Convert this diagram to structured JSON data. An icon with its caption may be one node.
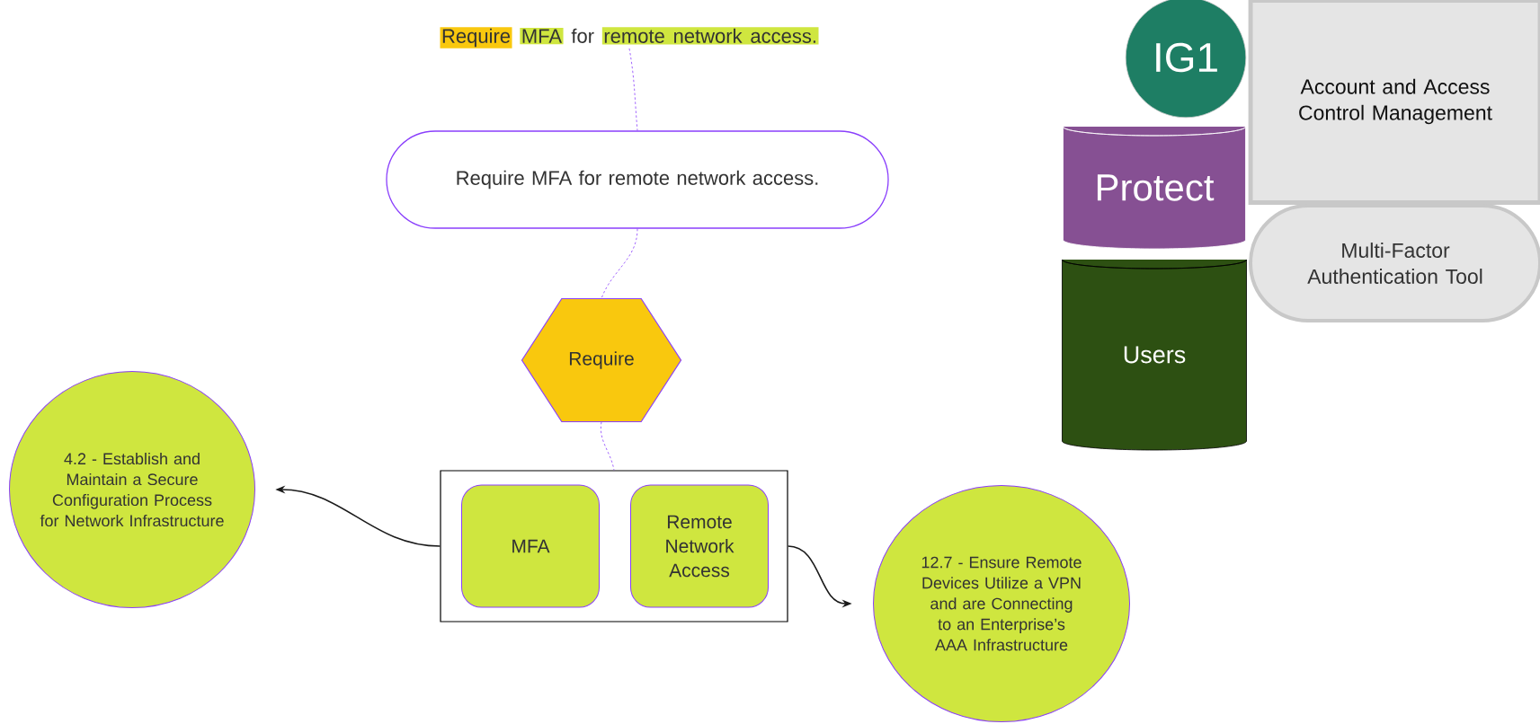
{
  "diagram": {
    "nodes": [
      {
        "text": [
          "Require",
          "MFA",
          "for",
          "remote network access."
        ]
      },
      {
        "text": [
          "Require MFA for remote network access."
        ]
      },
      {
        "text": [
          "Require"
        ]
      },
      {
        "text": [],
        "shape": "box"
      },
      {
        "text": [
          "MFA"
        ],
        "in": 3
      },
      {
        "text": [
          "Remote Network Access"
        ],
        "in": 3
      },
      {
        "text": [
          "4.2 - Establish and Maintain a Secure Configuration Process for Network Infrastructure"
        ]
      },
      {
        "text": [
          "12.7 - Ensure Remote Devices Utilize a VPN and are Connecting to an Enterprise’s AAA Infrastructure"
        ]
      },
      {
        "text": [
          "IG1"
        ]
      },
      {
        "text": [
          "Account and Access Control Management"
        ]
      },
      {
        "text": [
          "Protect"
        ]
      },
      {
        "text": [
          "Multi-Factor Authentication Tool"
        ]
      },
      {
        "text": [
          "Users"
        ]
      }
    ],
    "edges": [
      {
        "from": 0,
        "to": 1,
        "arrow": "none",
        "style": "dashed"
      },
      {
        "from": 1,
        "to": 2,
        "arrow": "none",
        "style": "dashed"
      },
      {
        "from": 2,
        "to": 3,
        "arrow": "none",
        "style": "dashed"
      },
      {
        "from": 3,
        "to": 6,
        "arrow": "to",
        "color": "#1a1a1a"
      },
      {
        "from": 3,
        "to": 7,
        "arrow": "to",
        "color": "#1a1a1a"
      }
    ]
  }
}
